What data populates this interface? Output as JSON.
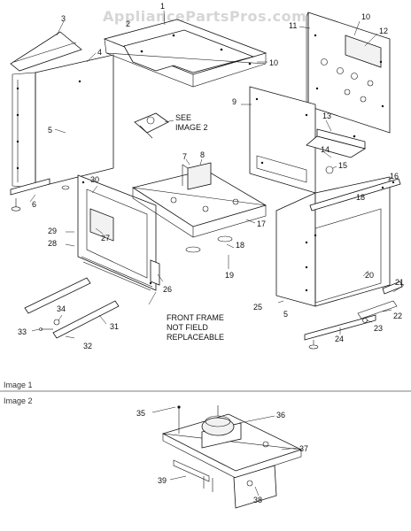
{
  "watermark": "AppliancePartsPros.com",
  "callouts": {
    "see_image": [
      "SEE",
      "IMAGE 2"
    ],
    "front_frame": [
      "FRONT FRAME",
      "NOT FIELD",
      "REPLACEABLE"
    ]
  },
  "sections": {
    "image1": "Image 1",
    "image2": "Image 2"
  },
  "part_labels": {
    "p1": "1",
    "p2": "2",
    "p3": "3",
    "p4": "4",
    "p5": "5",
    "p5b": "5",
    "p6": "6",
    "p7": "7",
    "p8": "8",
    "p9": "9",
    "p10": "10",
    "p10b": "10",
    "p11": "11",
    "p12": "12",
    "p13": "13",
    "p14": "14",
    "p15": "15",
    "p16": "16",
    "p17": "17",
    "p18": "18",
    "p18b": "18",
    "p19": "19",
    "p20": "20",
    "p21": "21",
    "p22": "22",
    "p23": "23",
    "p24": "24",
    "p25": "25",
    "p26": "26",
    "p27": "27",
    "p28": "28",
    "p29": "29",
    "p30": "30",
    "p31": "31",
    "p32": "32",
    "p33": "33",
    "p34": "34",
    "p35": "35",
    "p36": "36",
    "p37": "37",
    "p38": "38",
    "p39": "39"
  }
}
